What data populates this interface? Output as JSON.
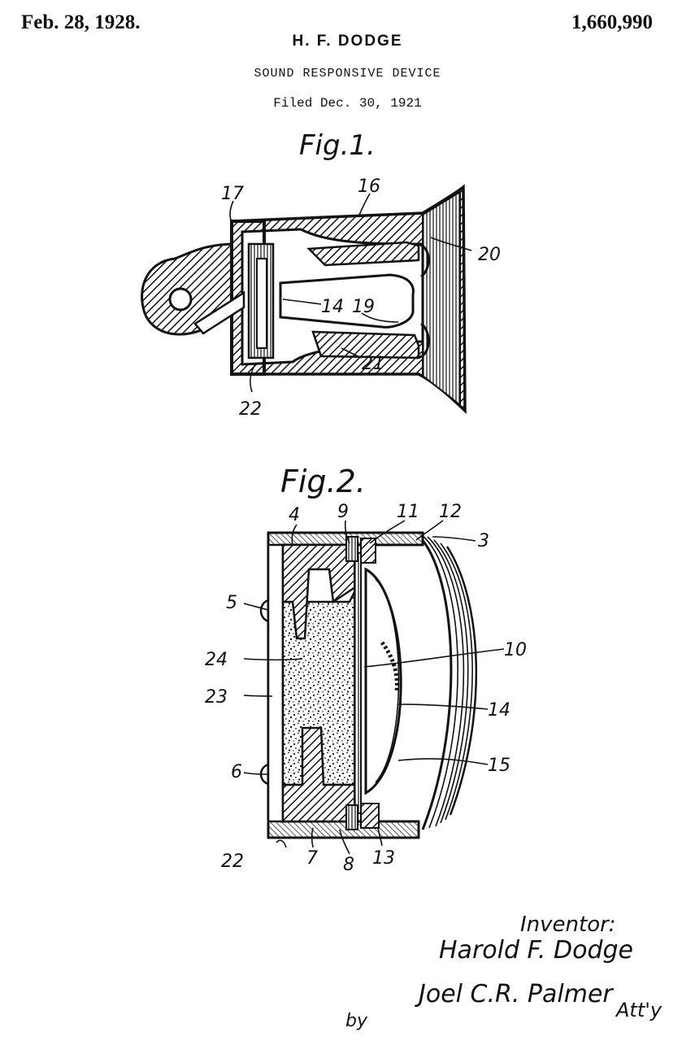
{
  "header": {
    "date": "Feb. 28, 1928.",
    "patent_number": "1,660,990",
    "inventor_short": "H. F. DODGE",
    "title": "SOUND RESPONSIVE DEVICE",
    "filed": "Filed Dec. 30, 1921"
  },
  "figures": {
    "fig1": {
      "label": "Fig.1.",
      "refs": [
        "17",
        "16",
        "20",
        "14",
        "19",
        "21",
        "22"
      ]
    },
    "fig2": {
      "label": "Fig.2.",
      "refs": [
        "4",
        "9",
        "11",
        "12",
        "3",
        "5",
        "10",
        "24",
        "23",
        "14",
        "15",
        "6",
        "22",
        "7",
        "8",
        "13"
      ]
    }
  },
  "signature": {
    "inventor_label": "Inventor:",
    "inventor_name": "Harold F. Dodge",
    "by": "by",
    "attorney_signature": "Joel C.R. Palmer",
    "attorney_suffix": "Att'y"
  }
}
